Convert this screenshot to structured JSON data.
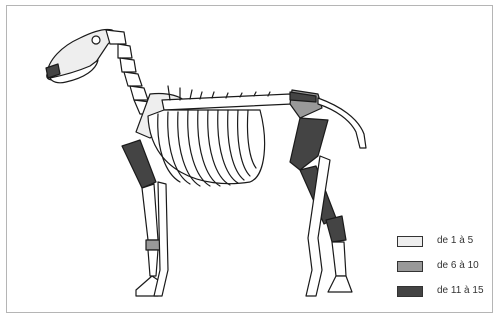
{
  "legend": {
    "items": [
      {
        "label": "de 1 à 5",
        "color": "#eeeeee"
      },
      {
        "label": "de 6 à 10",
        "color": "#999999"
      },
      {
        "label": "de 11 à 15",
        "color": "#444444"
      }
    ]
  },
  "colors": {
    "outline": "#1a1a1a",
    "bone_fill": "#ffffff",
    "class_1_5": "#eeeeee",
    "class_6_10": "#999999",
    "class_11_15": "#444444"
  }
}
